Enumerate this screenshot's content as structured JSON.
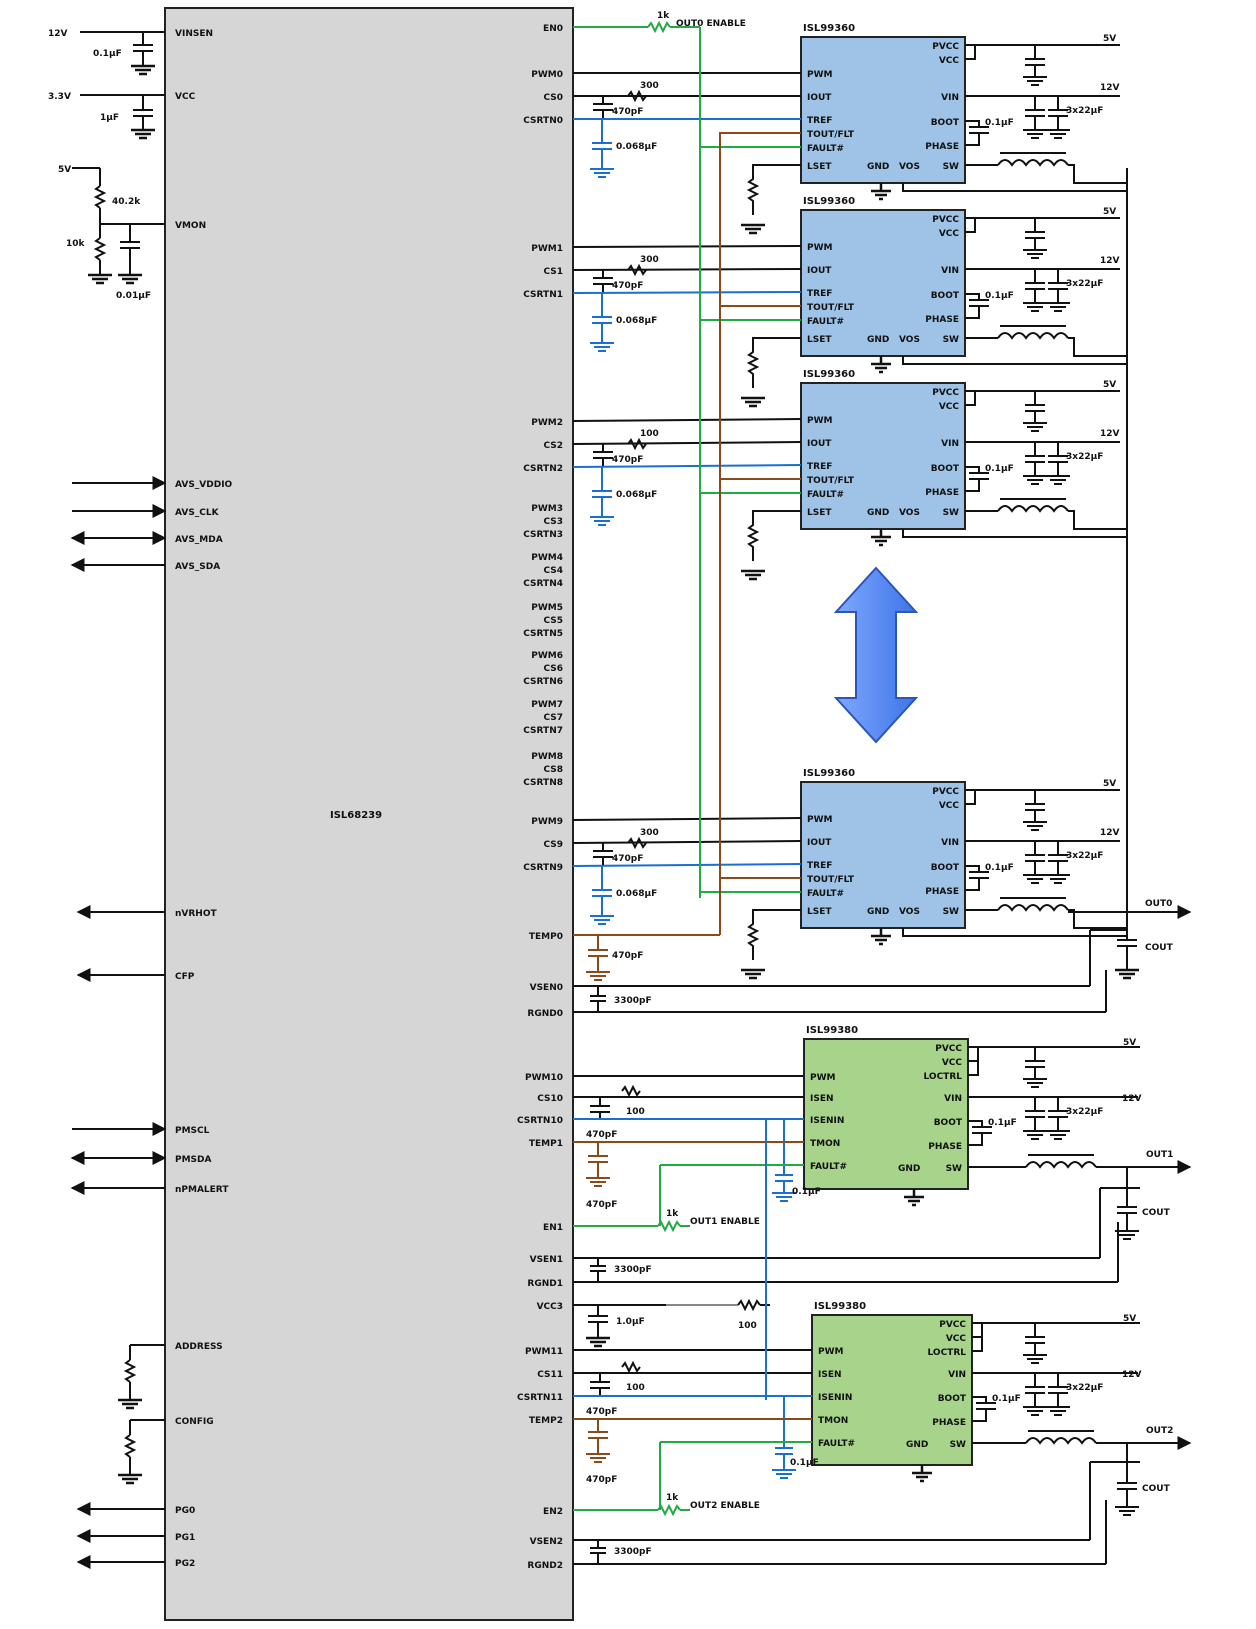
{
  "controller": {
    "name": "ISL68239",
    "left_pins": [
      "VINSEN",
      "VCC",
      "VMON",
      "AVS_VDDIO",
      "AVS_CLK",
      "AVS_MDA",
      "AVS_SDA",
      "nVRHOT",
      "CFP",
      "PMSCL",
      "PMSDA",
      "nPMALERT",
      "ADDRESS",
      "CONFIG",
      "PG0",
      "PG1",
      "PG2"
    ],
    "right_pins": [
      "EN0",
      "PWM0",
      "CS0",
      "CSRTN0",
      "PWM1",
      "CS1",
      "CSRTN1",
      "PWM2",
      "CS2",
      "CSRTN2",
      "PWM3",
      "CS3",
      "CSRTN3",
      "PWM4",
      "CS4",
      "CSRTN4",
      "PWM5",
      "CS5",
      "CSRTN5",
      "PWM6",
      "CS6",
      "CSRTN6",
      "PWM7",
      "CS7",
      "CSRTN7",
      "PWM8",
      "CS8",
      "CSRTN8",
      "PWM9",
      "CS9",
      "CSRTN9",
      "TEMP0",
      "VSEN0",
      "RGND0",
      "PWM10",
      "CS10",
      "CSRTN10",
      "TEMP1",
      "EN1",
      "VSEN1",
      "RGND1",
      "VCC3",
      "PWM11",
      "CS11",
      "CSRTN11",
      "TEMP2",
      "EN2",
      "VSEN2",
      "RGND2"
    ]
  },
  "left_components": {
    "v12": "12V",
    "c01": "0.1µF",
    "v33": "3.3V",
    "c1": "1µF",
    "v5": "5V",
    "r40": "40.2k",
    "r10": "10k",
    "c001": "0.01µF"
  },
  "stages_blue": [
    {
      "title": "ISL99360",
      "cap_cs": "470pF",
      "cap_rtn": "0.068µF",
      "r_cs": "300"
    },
    {
      "title": "ISL99360",
      "cap_cs": "470pF",
      "cap_rtn": "0.068µF",
      "r_cs": "300"
    },
    {
      "title": "ISL99360",
      "cap_cs": "470pF",
      "cap_rtn": "0.068µF",
      "r_cs": "100"
    },
    {
      "title": "ISL99360",
      "cap_cs": "470pF",
      "cap_rtn": "0.068µF",
      "r_cs": "300"
    }
  ],
  "blue_left_pins": [
    "PWM",
    "IOUT",
    "TREF",
    "TOUT/FLT",
    "FAULT#",
    "LSET"
  ],
  "blue_right_pins": [
    "PVCC",
    "VCC",
    "VIN",
    "BOOT",
    "PHASE",
    "GND",
    "VOS",
    "SW"
  ],
  "stages_green": [
    {
      "title": "ISL99380"
    },
    {
      "title": "ISL99380"
    }
  ],
  "green_left_pins": [
    "PWM",
    "ISEN",
    "ISENIN",
    "TMON",
    "FAULT#"
  ],
  "green_right_pins": [
    "PVCC",
    "VCC",
    "LOCTRL",
    "VIN",
    "BOOT",
    "PHASE",
    "GND",
    "SW"
  ],
  "rails": {
    "v5": "5V",
    "v12": "12V",
    "boot_cap": "0.1µF",
    "vin_caps": "3x22µF",
    "out0": "OUT0",
    "out1": "OUT1",
    "out2": "OUT2",
    "cout": "COUT"
  },
  "enables": {
    "r1k": "1k",
    "en0": "OUT0 ENABLE",
    "en1": "OUT1 ENABLE",
    "en2": "OUT2 ENABLE"
  },
  "misc_caps": {
    "temp0": "470pF",
    "vsen0": "3300pF",
    "cs10": "100",
    "temp1": "470pF",
    "temp1b": "470pF",
    "csrtn10": "0.1µF",
    "vsen1": "3300pF",
    "vcc3": "1.0µF",
    "vcc3r": "100",
    "cs11": "100",
    "temp2": "470pF",
    "temp2b": "470pF",
    "csrtn11": "0.1µF",
    "vsen2": "3300pF"
  }
}
